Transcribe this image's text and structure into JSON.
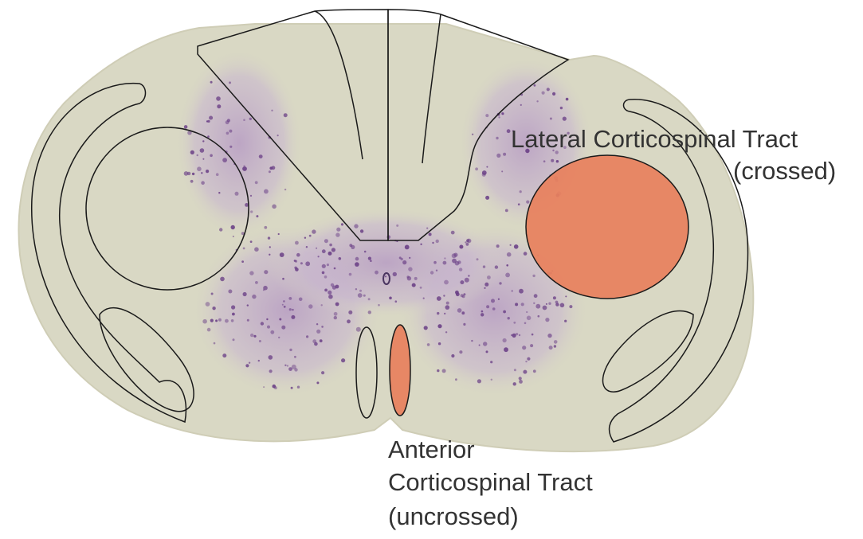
{
  "diagram": {
    "labels": {
      "lateral_line1": "Lateral Corticospinal Tract",
      "lateral_line2": "(crossed)",
      "anterior_line1": "Anterior",
      "anterior_line2": "Corticospinal Tract",
      "anterior_line3": "(uncrossed)"
    },
    "colors": {
      "tissue": "#d9d8c4",
      "tissue_edge": "#cfcdb6",
      "gray_matter": "#a887b5",
      "neuron_dots": "#6a3f86",
      "tract_highlight": "#e8805c",
      "outline": "#1a1a1a",
      "label_text": "#333333"
    }
  }
}
